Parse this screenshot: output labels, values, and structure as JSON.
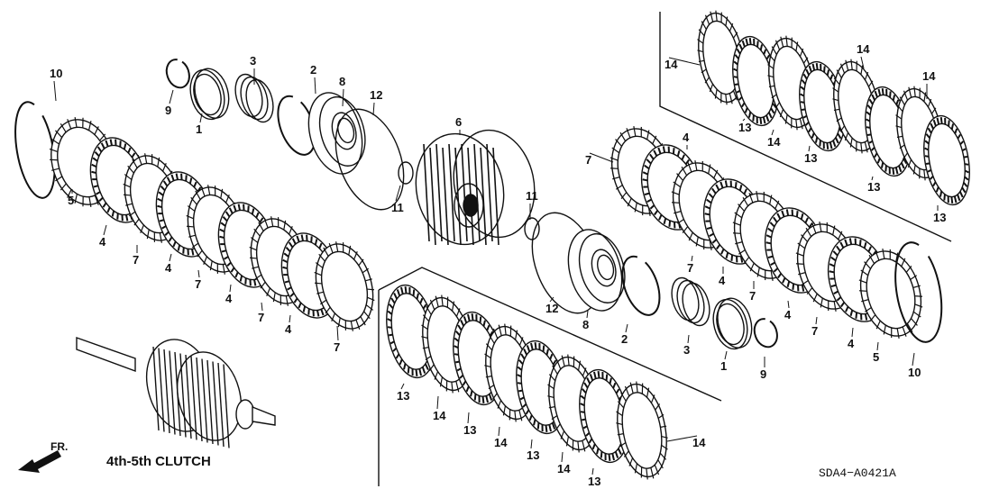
{
  "diagram": {
    "caption": "4th-5th CLUTCH",
    "code": "SDA4−A0421A",
    "direction": "FR.",
    "callouts": {
      "p10a": "10",
      "p9a": "9",
      "p1a": "1",
      "p3a": "3",
      "p2a": "2",
      "p8a": "8",
      "p12a": "12",
      "p5a": "5",
      "p4a": "4",
      "p7a": "7",
      "p4b": "4",
      "p7b": "7",
      "p4c": "4",
      "p7c": "7",
      "p4d": "4",
      "p7d": "7",
      "p11a": "11",
      "p6": "6",
      "p11b": "11",
      "p12b": "12",
      "p8b": "8",
      "p2b": "2",
      "p3b": "3",
      "p1b": "1",
      "p9b": "9",
      "p7e": "7",
      "p4e": "4",
      "p7f": "7",
      "p4f": "4",
      "p7g": "7",
      "p4g": "4",
      "p7h": "7",
      "p4h": "4",
      "p5b": "5",
      "p10b": "10",
      "p14a": "14",
      "p13a": "13",
      "p14b": "14",
      "p13b": "13",
      "p14c": "14",
      "p13c": "13",
      "p14d": "14",
      "p13d": "13",
      "p13e": "13",
      "p14e": "14",
      "p13f": "13",
      "p14f": "14",
      "p13g": "13",
      "p14g": "14",
      "p13h": "13",
      "p14h": "14"
    }
  },
  "colors": {
    "ink": "#111111",
    "paper": "#ffffff"
  }
}
